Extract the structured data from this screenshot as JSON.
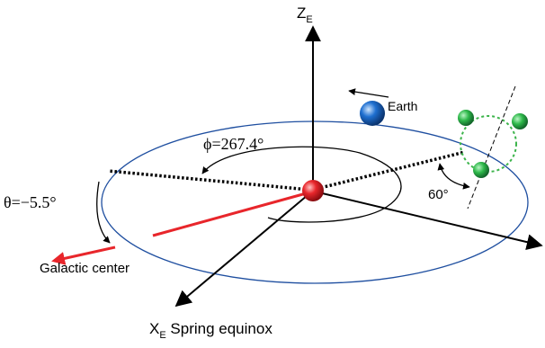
{
  "labels": {
    "z_axis": "Z",
    "z_axis_sub": "E",
    "x_axis": "X",
    "x_axis_sub": "E",
    "x_axis_suffix": " Spring equinox",
    "earth": "Earth",
    "phi": "ϕ=267.4°",
    "theta": "θ=−5.5°",
    "galactic_center": "Galactic center",
    "angle_60": "60°"
  },
  "colors": {
    "orbit": "#1f4fa0",
    "galactic_arrow": "#e8262b",
    "sun": "#e8262b",
    "earth": "#1e6fd0",
    "satellites": "#2eb84a",
    "satellite_ring": "#3cb44b",
    "axes": "#000000"
  },
  "icons": {
    "sun": "red-sphere",
    "earth": "blue-sphere",
    "satellites": "green-spheres"
  }
}
